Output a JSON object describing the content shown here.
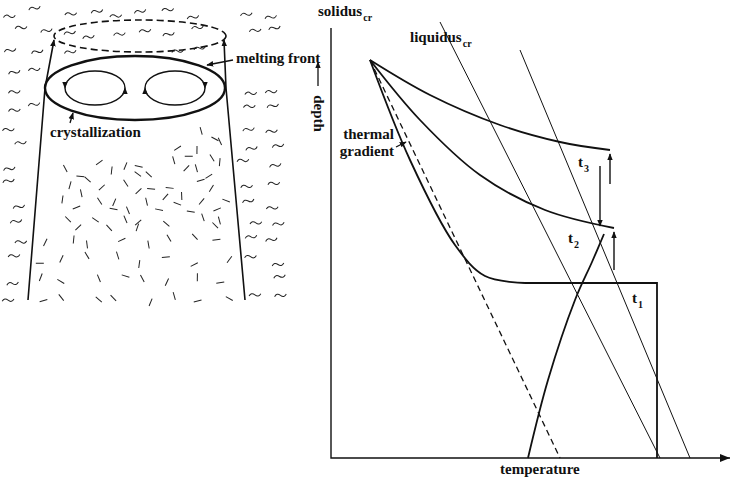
{
  "diagram": {
    "labels": [
      "melting front",
      "crystallization",
      "solidus",
      "cr",
      "liquidus",
      "cr",
      "thermal gradient",
      "t",
      "3",
      "t",
      "2",
      "t",
      "1",
      "depth",
      "temperature"
    ]
  }
}
